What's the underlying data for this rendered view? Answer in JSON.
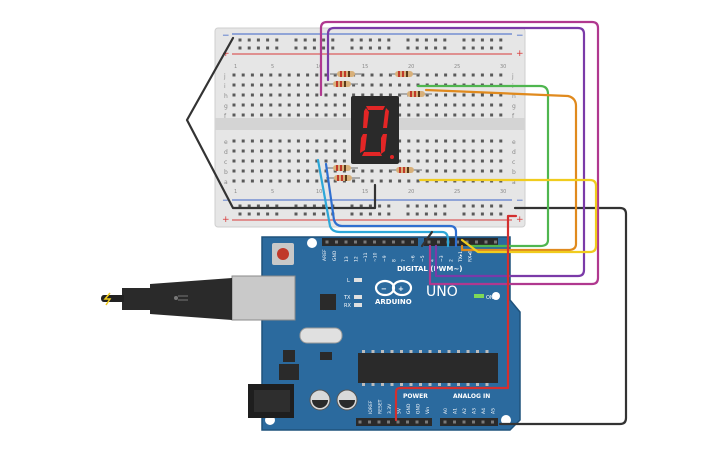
{
  "colors": {
    "breadboard": "#e6e6e6",
    "breadboard_center": "#d4d4d4",
    "pcb": "#2b6a9e",
    "pcb_dark": "#1f527c",
    "header": "#2a2a2a",
    "rail_red": "#d83a3a",
    "rail_blue": "#3a63c8",
    "segment_on": "#e32626",
    "segment_body": "#2a2a2a",
    "wire_black": "#333333",
    "wire_magenta": "#b0388f",
    "wire_purple": "#7b3aa8",
    "wire_green": "#4fb64f",
    "wire_orange": "#e08a1e",
    "wire_yellow": "#f0cc1e",
    "wire_cyan": "#2da7d8",
    "wire_blue": "#2f6fd0",
    "wire_red": "#d32f2f",
    "usb_body": "#2a2a2a",
    "usb_metal": "#b9b9b9",
    "reset_button": "#c0392b"
  },
  "breadboard": {
    "rail_plus": "+",
    "rail_minus": "−",
    "row_letters_top": [
      "j",
      "i",
      "h",
      "g",
      "f"
    ],
    "row_letters_bottom": [
      "e",
      "d",
      "c",
      "b",
      "a"
    ],
    "column_numbers": [
      "1",
      "5",
      "10",
      "15",
      "20",
      "25",
      "30"
    ]
  },
  "display": {
    "digit": "0"
  },
  "arduino": {
    "brand": "ARDUINO",
    "model": "UNO",
    "digital_label": "DIGITAL (PWM~)",
    "power_label": "POWER",
    "analog_label": "ANALOG IN",
    "on_label": "ON",
    "aref_label": "AREF",
    "gnd_label": "GND",
    "tx_label": "TX",
    "rx_label": "RX",
    "l_label": "L",
    "digital_pins": [
      "13",
      "12",
      "~11",
      "~10",
      "~9",
      "8",
      "7",
      "~6",
      "~5",
      "4",
      "~3",
      "2",
      "TX▸1",
      "RX◂0"
    ],
    "power_pins": [
      "IOREF",
      "RESET",
      "3.3V",
      "5V",
      "GND",
      "GND",
      "Vin"
    ],
    "analog_pins": [
      "A0",
      "A1",
      "A2",
      "A3",
      "A4",
      "A5"
    ]
  }
}
